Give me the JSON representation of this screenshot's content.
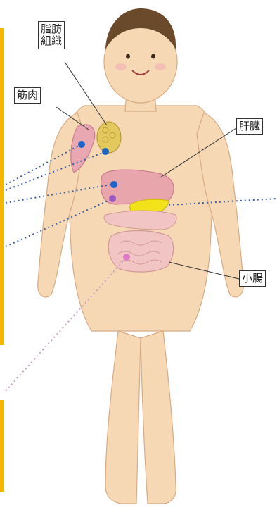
{
  "labels": {
    "fat_tissue": [
      "脂肪",
      "組織"
    ],
    "muscle": "筋肉",
    "liver": "肝臓",
    "small_intestine": "小腸"
  },
  "colors": {
    "skin": "#f6d8b4",
    "skin_outline": "#d7ab84",
    "hair": "#6a4a2a",
    "muscle": "#e9a7b2",
    "fat": "#e3c85e",
    "liver": "#e9a5ac",
    "pancreas": "#f2e21a",
    "intestine": "#f1c5c3",
    "marker_blue": "#1f63c8",
    "marker_purple": "#9b59c0",
    "marker_pink": "#e07ac6",
    "dotted_blue": "#3b5fa6",
    "dotted_pink": "#c9a3c8",
    "accent": "#f4b400"
  }
}
